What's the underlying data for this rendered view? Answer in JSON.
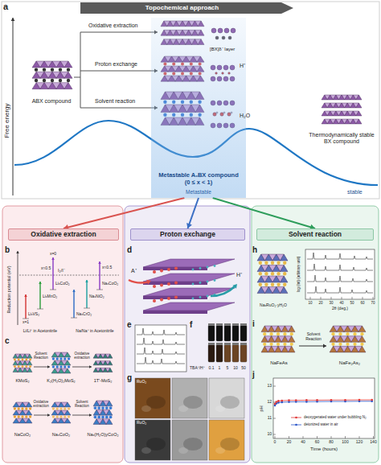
{
  "diagram": {
    "nodes": [
      {
        "text": [
          "Topochemical approach"
        ]
      },
      {
        "text": [
          "Metastable AₓBX compound (0 ≤ x < 1)",
          "Metastable"
        ]
      },
      {
        "text": [
          "Oxidative extraction"
        ]
      },
      {
        "text": [
          "Proton exchange"
        ]
      },
      {
        "text": [
          "Solvent reaction"
        ]
      }
    ],
    "edges": [
      {
        "from": 1,
        "to": 2,
        "arrow": "to"
      },
      {
        "from": 1,
        "to": 3,
        "arrow": "to"
      },
      {
        "from": 1,
        "to": 4,
        "arrow": "to"
      }
    ],
    "labels": [
      "a",
      "Free energy",
      "Oxidative extraction",
      "Proton exchange",
      "Solvent reaction",
      "ABX compound",
      "[BX]δ⁻ layer",
      "H⁺",
      "H₂O",
      "Thermodynamically stable BX compound",
      "stable",
      "b",
      "Reduction potential (eV)",
      "I₂/I⁻",
      "x=1",
      "x=0",
      "x≈0.5",
      "LiₓVS₂",
      "LiₓMnO₂",
      "LiₓCoO₂",
      "Li/Li⁺ in Acetonitrile",
      "NaₓCrO₂",
      "NaₓNiO₂",
      "NaₓCoO₂",
      "x≈0.5",
      "Na/Na⁺ in Acetonitrile",
      "c",
      "KMoS₂",
      "Solvent Reaction",
      "K₂(H₂O)₂MoS₂",
      "Oxidative extraction",
      "1T'-MoS₂",
      "NaCoO₂",
      "Oxidative extraction",
      "NaₓCoO₂",
      "Solvent Reaction",
      "Naₓ(H₂O)yCoO₂",
      "d",
      "A⁺",
      "H⁺",
      "e",
      "f",
      "TBA⁺/H⁺",
      "0.1",
      "1",
      "5",
      "10",
      "50",
      "g",
      "RuO₂",
      "RuO₂",
      "h",
      "NaₓRuO₂·yH₂O",
      "log (Int) (arbitrary unit)",
      "10",
      "20",
      "30",
      "40",
      "50",
      "60",
      "70",
      "2θ (deg.)",
      "i",
      "NaFeAs",
      "Solvent Reaction",
      "NaFe₂As₂",
      "j",
      "pH",
      "10",
      "11",
      "12",
      "13",
      "0",
      "20",
      "40",
      "60",
      "80",
      "100",
      "120",
      "140",
      "Time (hours)"
    ],
    "legend": [
      {
        "text": "deoxygenated water under bubbling N₂"
      },
      {
        "text": "deionized water in air"
      }
    ]
  }
}
